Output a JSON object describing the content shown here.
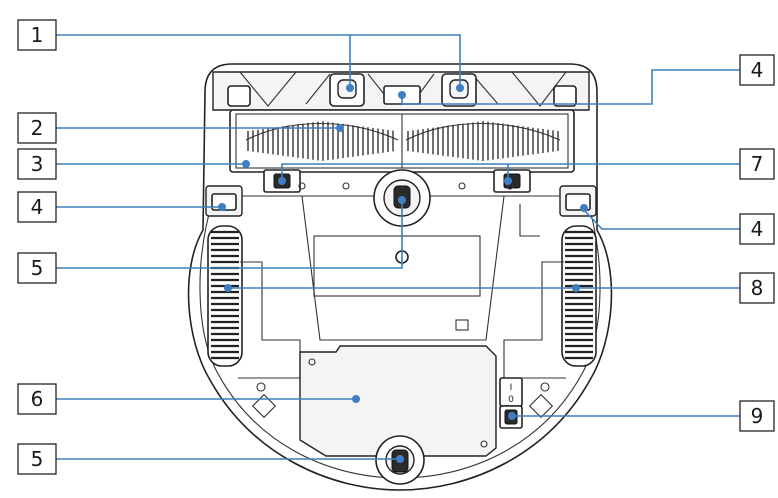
{
  "callouts": [
    {
      "id": "c1",
      "label": "1"
    },
    {
      "id": "c2",
      "label": "2"
    },
    {
      "id": "c3",
      "label": "3"
    },
    {
      "id": "c4a",
      "label": "4"
    },
    {
      "id": "c5a",
      "label": "5"
    },
    {
      "id": "c6",
      "label": "6"
    },
    {
      "id": "c5b",
      "label": "5"
    },
    {
      "id": "c4b",
      "label": "4"
    },
    {
      "id": "c7",
      "label": "7"
    },
    {
      "id": "c4c",
      "label": "4"
    },
    {
      "id": "c8",
      "label": "8"
    },
    {
      "id": "c9",
      "label": "9"
    }
  ],
  "switch_marks": {
    "on": "I",
    "off": "0"
  },
  "colors": {
    "leader": "#3f7fc1",
    "outline": "#222222",
    "background": "#ffffff"
  }
}
